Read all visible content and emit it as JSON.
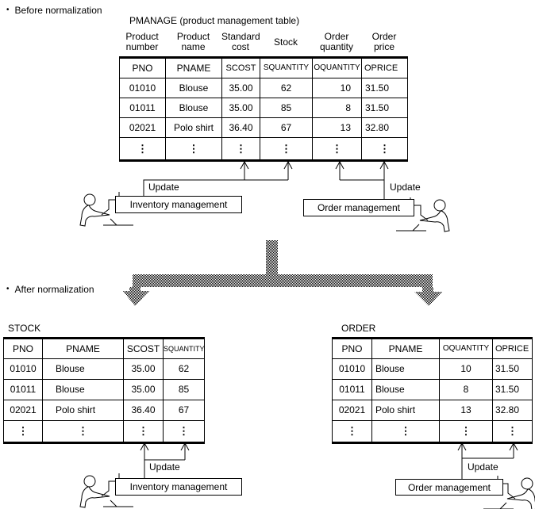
{
  "page": {
    "bullet": "•",
    "before_label": "Before normalization",
    "after_label": "After normalization"
  },
  "pmanage": {
    "title": "PMANAGE (product management table)",
    "captions": [
      [
        "Product",
        "number"
      ],
      [
        "Product",
        "name"
      ],
      [
        "Standard",
        "cost"
      ],
      [
        "Stock"
      ],
      [
        "Order",
        "quantity"
      ],
      [
        "Order",
        "price"
      ]
    ],
    "headers": [
      "PNO",
      "PNAME",
      "SCOST",
      "SQUANTITY",
      "OQUANTITY",
      "OPRICE"
    ],
    "rows": [
      [
        "01010",
        "Blouse",
        "35.00",
        "62",
        "10",
        "31.50"
      ],
      [
        "01011",
        "Blouse",
        "35.00",
        "85",
        "8",
        "31.50"
      ],
      [
        "02021",
        "Polo shirt",
        "36.40",
        "67",
        "13",
        "32.80"
      ]
    ],
    "ellipsis": "⋮"
  },
  "stock": {
    "title": "STOCK",
    "headers": [
      "PNO",
      "PNAME",
      "SCOST",
      "SQUANTITY"
    ],
    "rows": [
      [
        "01010",
        "Blouse",
        "35.00",
        "62"
      ],
      [
        "01011",
        "Blouse",
        "35.00",
        "85"
      ],
      [
        "02021",
        "Polo shirt",
        "36.40",
        "67"
      ]
    ],
    "ellipsis": "⋮"
  },
  "order": {
    "title": "ORDER",
    "headers": [
      "PNO",
      "PNAME",
      "OQUANTITY",
      "OPRICE"
    ],
    "rows": [
      [
        "01010",
        "Blouse",
        "10",
        "31.50"
      ],
      [
        "01011",
        "Blouse",
        "8",
        "31.50"
      ],
      [
        "02021",
        "Polo shirt",
        "13",
        "32.80"
      ]
    ],
    "ellipsis": "⋮"
  },
  "labels": {
    "update": "Update",
    "inventory": "Inventory management",
    "order_mgmt": "Order management"
  },
  "icons": {
    "person": "person-at-terminal-icon",
    "up_arrow": "update-arrow-icon",
    "flow_arrow": "halftone-normalization-arrow-icon"
  },
  "colors": {
    "ink": "#000000",
    "paper": "#ffffff",
    "halftone_gray": "#808080"
  }
}
